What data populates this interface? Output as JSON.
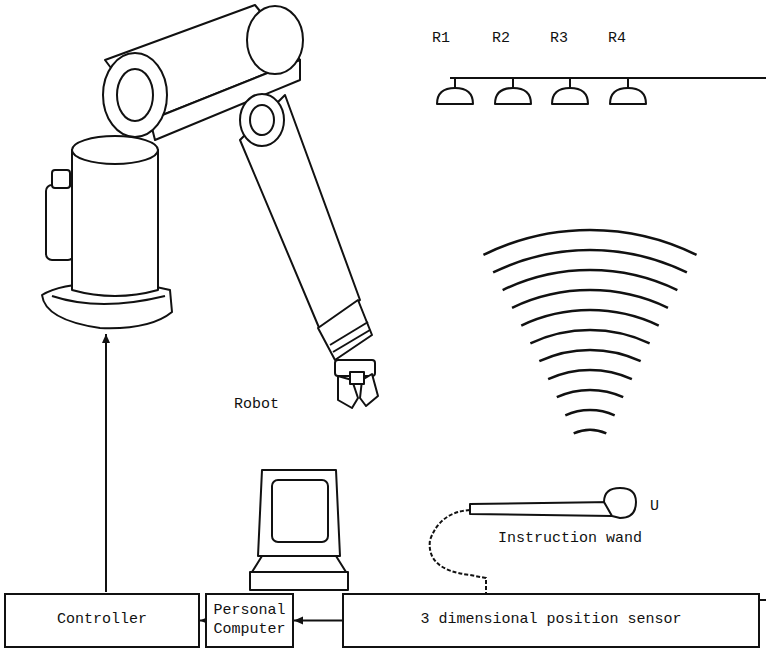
{
  "diagram": {
    "nodes": [
      {
        "text": [
          "Controller"
        ]
      },
      {
        "text": [
          "Personal Computer"
        ]
      },
      {
        "text": [
          "3 dimensional position sensor"
        ]
      }
    ],
    "edges": [
      {
        "from": 1,
        "to": 0,
        "arrow": "to"
      },
      {
        "from": 2,
        "to": 1,
        "arrow": "to"
      }
    ],
    "labels": [
      "R1",
      "R2",
      "R3",
      "R4",
      "U",
      "Instruction wand",
      "Robot"
    ]
  }
}
